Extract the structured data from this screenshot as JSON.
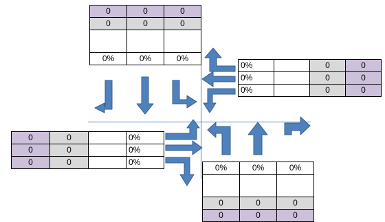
{
  "north": {
    "rows": [
      [
        "0",
        "0",
        "0"
      ],
      [
        "0",
        "0",
        "0"
      ],
      [
        "",
        "",
        ""
      ],
      [
        "0%",
        "0%",
        "0%"
      ]
    ]
  },
  "east": {
    "rows": [
      [
        "0%",
        "",
        "0",
        "0"
      ],
      [
        "0%",
        "",
        "0",
        "0"
      ],
      [
        "0%",
        "",
        "0",
        "0"
      ]
    ]
  },
  "west": {
    "rows": [
      [
        "0",
        "0",
        "",
        "0%"
      ],
      [
        "0",
        "0",
        "",
        "0%"
      ],
      [
        "0",
        "0",
        "",
        "0%"
      ]
    ]
  },
  "south": {
    "rows": [
      [
        "0%",
        "0%",
        "0%"
      ],
      [
        "",
        "",
        ""
      ],
      [
        "0",
        "0",
        "0"
      ],
      [
        "0",
        "0",
        "0"
      ]
    ]
  },
  "colors": {
    "arrow_fill": "#4f81bd",
    "arrow_stroke": "#385d8a",
    "axis_line": "#4f81bd",
    "purple_cell": "#ccc0da",
    "grey_cell": "#d9d9d9"
  }
}
